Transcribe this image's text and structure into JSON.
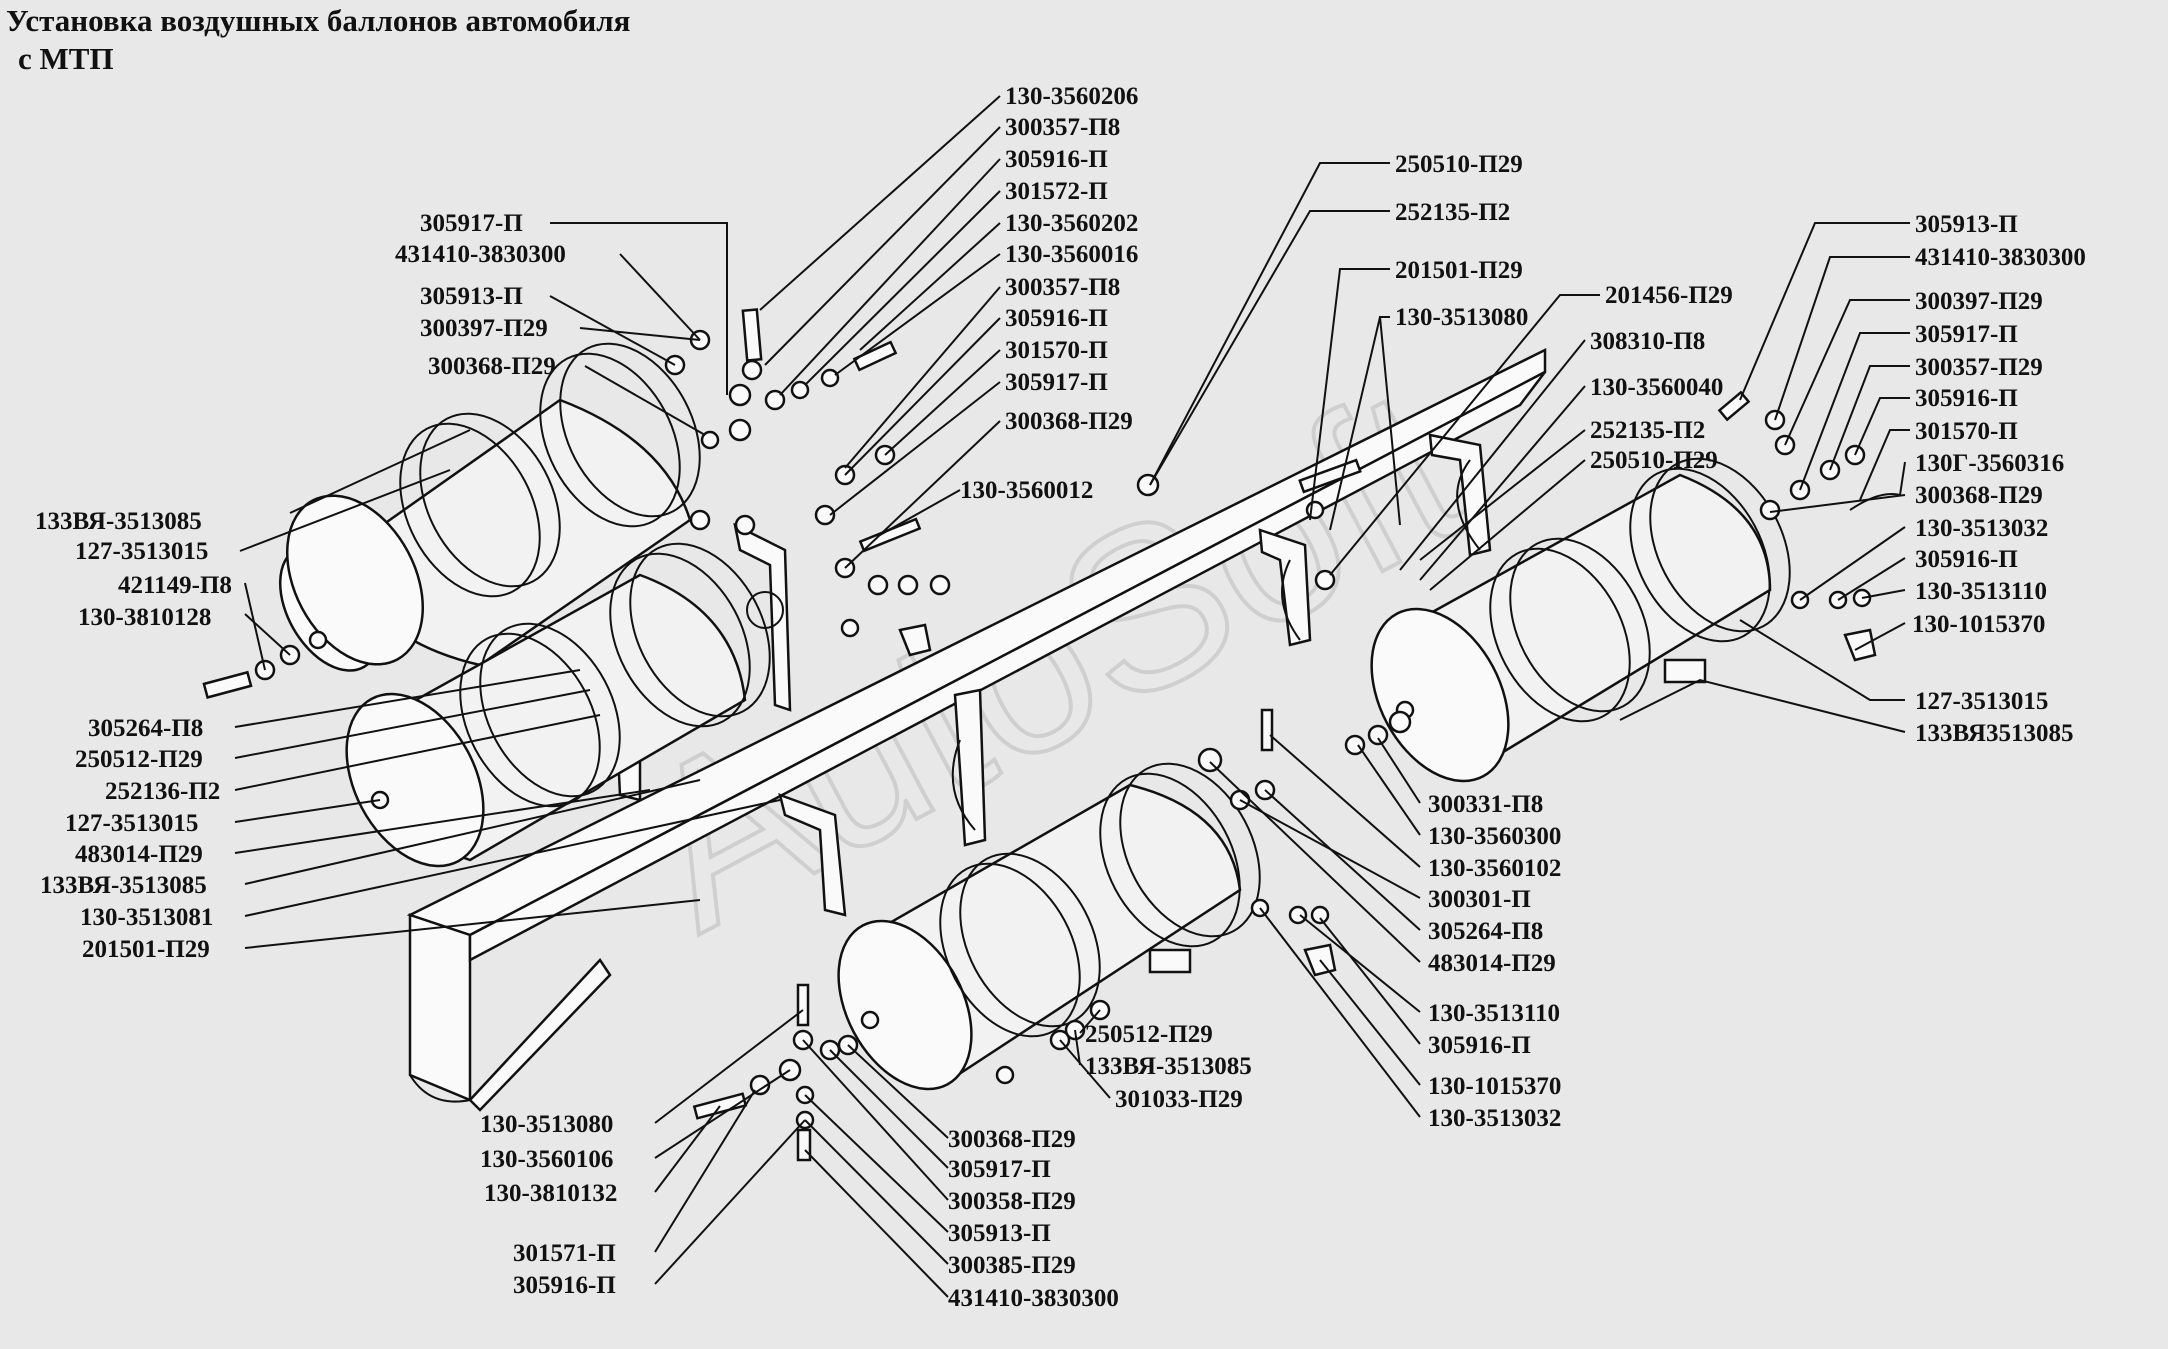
{
  "title": {
    "line1": "Установка воздушных баллонов автомобиля",
    "line2": "с МТП"
  },
  "watermark": "AutoSoft",
  "labels": [
    {
      "id": "l1",
      "text": "130-3560206"
    },
    {
      "id": "l2",
      "text": "300357-П8"
    },
    {
      "id": "l3",
      "text": "305916-П"
    },
    {
      "id": "l4",
      "text": "301572-П"
    },
    {
      "id": "l5",
      "text": "130-3560202"
    },
    {
      "id": "l6",
      "text": "130-3560016"
    },
    {
      "id": "l7",
      "text": "300357-П8"
    },
    {
      "id": "l8",
      "text": "305916-П"
    },
    {
      "id": "l9",
      "text": "301570-П"
    },
    {
      "id": "l10",
      "text": "305917-П"
    },
    {
      "id": "l11",
      "text": "300368-П29"
    },
    {
      "id": "l12",
      "text": "130-3560012"
    },
    {
      "id": "l13",
      "text": "305917-П"
    },
    {
      "id": "l14",
      "text": "431410-3830300"
    },
    {
      "id": "l15",
      "text": "305913-П"
    },
    {
      "id": "l16",
      "text": "300397-П29"
    },
    {
      "id": "l17",
      "text": "300368-П29"
    },
    {
      "id": "l18",
      "text": "133ВЯ-3513085"
    },
    {
      "id": "l19",
      "text": "127-3513015"
    },
    {
      "id": "l20",
      "text": "421149-П8"
    },
    {
      "id": "l21",
      "text": "130-3810128"
    },
    {
      "id": "l22",
      "text": "305264-П8"
    },
    {
      "id": "l23",
      "text": "250512-П29"
    },
    {
      "id": "l24",
      "text": "252136-П2"
    },
    {
      "id": "l25",
      "text": "127-3513015"
    },
    {
      "id": "l26",
      "text": "483014-П29"
    },
    {
      "id": "l27",
      "text": "133ВЯ-3513085"
    },
    {
      "id": "l28",
      "text": "130-3513081"
    },
    {
      "id": "l29",
      "text": "201501-П29"
    },
    {
      "id": "l30",
      "text": "250510-П29"
    },
    {
      "id": "l31",
      "text": "252135-П2"
    },
    {
      "id": "l32",
      "text": "201501-П29"
    },
    {
      "id": "l33",
      "text": "201456-П29"
    },
    {
      "id": "l34",
      "text": "130-3513080"
    },
    {
      "id": "l35",
      "text": "308310-П8"
    },
    {
      "id": "l36",
      "text": "130-3560040"
    },
    {
      "id": "l37",
      "text": "252135-П2"
    },
    {
      "id": "l38",
      "text": "250510-П29"
    },
    {
      "id": "l39",
      "text": "305913-П"
    },
    {
      "id": "l40",
      "text": "431410-3830300"
    },
    {
      "id": "l41",
      "text": "300397-П29"
    },
    {
      "id": "l42",
      "text": "305917-П"
    },
    {
      "id": "l43",
      "text": "300357-П29"
    },
    {
      "id": "l44",
      "text": "305916-П"
    },
    {
      "id": "l45",
      "text": "301570-П"
    },
    {
      "id": "l46",
      "text": "130Г-3560316"
    },
    {
      "id": "l47",
      "text": "300368-П29"
    },
    {
      "id": "l48",
      "text": "130-3513032"
    },
    {
      "id": "l49",
      "text": "305916-П"
    },
    {
      "id": "l50",
      "text": "130-3513110"
    },
    {
      "id": "l51",
      "text": "130-1015370"
    },
    {
      "id": "l52",
      "text": "127-3513015"
    },
    {
      "id": "l53",
      "text": "133ВЯ3513085"
    },
    {
      "id": "l54",
      "text": "300331-П8"
    },
    {
      "id": "l55",
      "text": "130-3560300"
    },
    {
      "id": "l56",
      "text": "130-3560102"
    },
    {
      "id": "l57",
      "text": "300301-П"
    },
    {
      "id": "l58",
      "text": "305264-П8"
    },
    {
      "id": "l59",
      "text": "483014-П29"
    },
    {
      "id": "l60",
      "text": "130-3513110"
    },
    {
      "id": "l61",
      "text": "305916-П"
    },
    {
      "id": "l62",
      "text": "130-1015370"
    },
    {
      "id": "l63",
      "text": "130-3513032"
    },
    {
      "id": "l64",
      "text": "250512-П29"
    },
    {
      "id": "l65",
      "text": "133ВЯ-3513085"
    },
    {
      "id": "l66",
      "text": "301033-П29"
    },
    {
      "id": "l67",
      "text": "300368-П29"
    },
    {
      "id": "l68",
      "text": "305917-П"
    },
    {
      "id": "l69",
      "text": "300358-П29"
    },
    {
      "id": "l70",
      "text": "305913-П"
    },
    {
      "id": "l71",
      "text": "300385-П29"
    },
    {
      "id": "l72",
      "text": "431410-3830300"
    },
    {
      "id": "l73",
      "text": "130-3513080"
    },
    {
      "id": "l74",
      "text": "130-3560106"
    },
    {
      "id": "l75",
      "text": "130-3810132"
    },
    {
      "id": "l76",
      "text": "301571-П"
    },
    {
      "id": "l77",
      "text": "305916-П"
    }
  ]
}
